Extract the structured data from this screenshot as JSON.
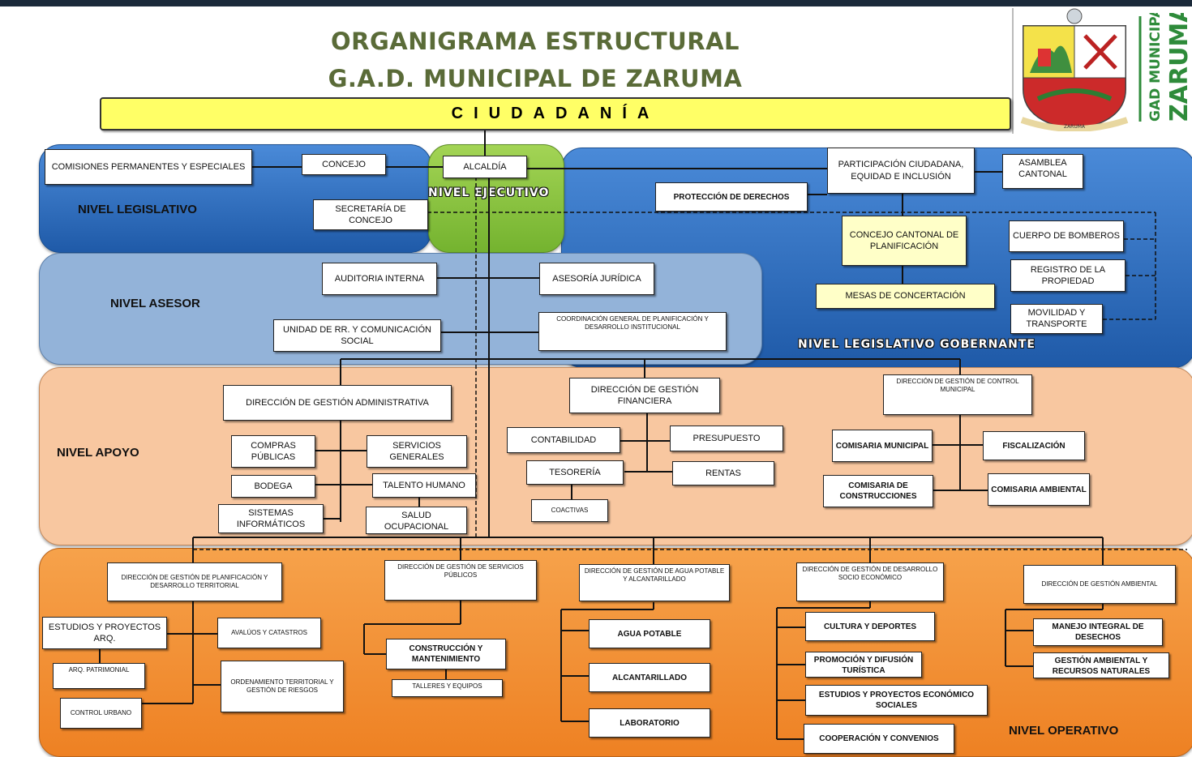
{
  "title_line1": "ORGANIGRAMA ESTRUCTURAL",
  "title_line2": "G.A.D. MUNICIPAL DE ZARUMA",
  "citizen": "CIUDADANÍA",
  "logo": {
    "text_small": "GAD MUNICIPAL",
    "text_big": "ZARUMA",
    "seal_label": "ZARUMA"
  },
  "colors": {
    "legislativo": "#2f6fc0",
    "ejecutivo": "#8ec63f",
    "asesor": "#8fb0d8",
    "apoyo": "#f7c49b",
    "operativo": "#f2902f",
    "citizen": "#ffff66",
    "title": "#5a6b38"
  },
  "levels": {
    "legislativo": "NIVEL LEGISLATIVO",
    "ejecutivo": "NIVEL EJECUTIVO",
    "gobernante": "NIVEL LEGISLATIVO GOBERNANTE",
    "asesor": "NIVEL ASESOR",
    "apoyo": "NIVEL APOYO",
    "operativo": "NIVEL OPERATIVO"
  },
  "boxes": {
    "comisiones": "COMISIONES PERMANENTES Y ESPECIALES",
    "concejo": "CONCEJO",
    "alcaldia": "ALCALDÍA",
    "secretaria": "SECRETARÍA DE CONCEJO",
    "participacion": "PARTICIPACIÓN CIUDADANA, EQUIDAD E INCLUSIÓN",
    "asamblea": "ASAMBLEA CANTONAL",
    "proteccion": "PROTECCIÓN DE DERECHOS",
    "concejo_planificacion": "CONCEJO CANTONAL DE PLANIFICACIÓN",
    "mesas": "MESAS DE CONCERTACIÓN",
    "bomberos": "CUERPO DE BOMBEROS",
    "registro": "REGISTRO DE LA PROPIEDAD",
    "movilidad": "MOVILIDAD Y TRANSPORTE",
    "auditoria": "AUDITORIA INTERNA",
    "asesoria": "ASESORÍA JURÍDICA",
    "unidad_rr": "UNIDAD DE RR. Y COMUNICACIÓN SOCIAL",
    "coordinacion": "COORDINACIÓN GENERAL DE PLANIFICACIÓN Y DESARROLLO INSTITUCIONAL",
    "dir_administrativa": "DIRECCIÓN DE GESTIÓN ADMINISTRATIVA",
    "compras": "COMPRAS PÚBLICAS",
    "servicios_generales": "SERVICIOS GENERALES",
    "bodega": "BODEGA",
    "talento": "TALENTO HUMANO",
    "sistemas": "SISTEMAS INFORMÁTICOS",
    "salud": "SALUD OCUPACIONAL",
    "dir_financiera": "DIRECCIÓN DE GESTIÓN FINANCIERA",
    "contabilidad": "CONTABILIDAD",
    "presupuesto": "PRESUPUESTO",
    "tesoreria": "TESORERÍA",
    "rentas": "RENTAS",
    "coactivas": "COACTIVAS",
    "dir_control": "DIRECCIÓN DE GESTIÓN DE CONTROL MUNICIPAL",
    "comisaria_municipal": "COMISARIA MUNICIPAL",
    "fiscalizacion": "FISCALIZACIÓN",
    "comisaria_construcciones": "COMISARIA DE CONSTRUCCIONES",
    "comisaria_ambiental": "COMISARIA AMBIENTAL",
    "dir_planificacion": "DIRECCIÓN DE GESTIÓN DE PLANIFICACIÓN Y DESARROLLO TERRITORIAL",
    "estudios_arq": "ESTUDIOS Y PROYECTOS ARQ.",
    "avaluos": "AVALÚOS Y CATASTROS",
    "arq_patrimonial": "ARQ. PATRIMONIAL",
    "ordenamiento": "ORDENAMIENTO TERRITORIAL Y GESTIÓN DE RIESGOS",
    "control_urbano": "CONTROL URBANO",
    "dir_servicios": "DIRECCIÓN DE GESTIÓN DE SERVICIOS PÚBLICOS",
    "construccion": "CONSTRUCCIÓN Y MANTENIMIENTO",
    "talleres": "TALLERES Y EQUIPOS",
    "dir_agua": "DIRECCIÓN DE GESTIÓN DE AGUA POTABLE Y ALCANTARILLADO",
    "agua_potable": "AGUA POTABLE",
    "alcantarillado": "ALCANTARILLADO",
    "laboratorio": "LABORATORIO",
    "dir_socio": "DIRECCIÓN DE GESTIÓN DE DESARROLLO SOCIO ECONÓMICO",
    "cultura": "CULTURA Y DEPORTES",
    "promocion": "PROMOCIÓN Y DIFUSIÓN TURÍSTICA",
    "estudios_eco": "ESTUDIOS Y PROYECTOS ECONÓMICO SOCIALES",
    "cooperacion": "COOPERACIÓN Y CONVENIOS",
    "dir_ambiental": "DIRECCIÓN DE GESTIÓN AMBIENTAL",
    "manejo": "MANEJO INTEGRAL DE DESECHOS",
    "gestion_ambiental": "GESTIÓN AMBIENTAL Y RECURSOS NATURALES"
  }
}
